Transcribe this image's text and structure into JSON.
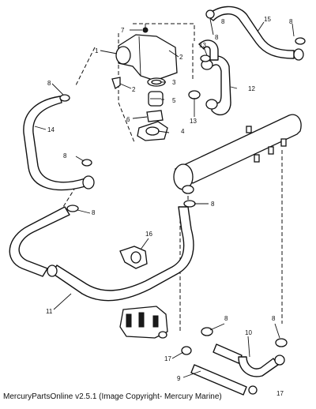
{
  "diagram": {
    "callouts": {
      "p1": "1",
      "p2a": "2",
      "p2b": "2",
      "p3": "3",
      "p4": "4",
      "p5": "5",
      "p6": "6",
      "p7": "7",
      "p8a": "8",
      "p8b": "8",
      "p8c": "8",
      "p8d": "8",
      "p8e": "8",
      "p8f": "8",
      "p8g": "8",
      "p8h": "8",
      "p8i": "8",
      "p9": "9",
      "p10": "10",
      "p11": "11",
      "p12": "12",
      "p13a": "13",
      "p13b": "13",
      "p14": "14",
      "p15": "15",
      "p16": "16",
      "p17a": "17",
      "p17b": "17"
    }
  },
  "footer": {
    "caption": "MercuryPartsOnline v2.5.1 (Image Copyright- Mercury Marine)"
  }
}
